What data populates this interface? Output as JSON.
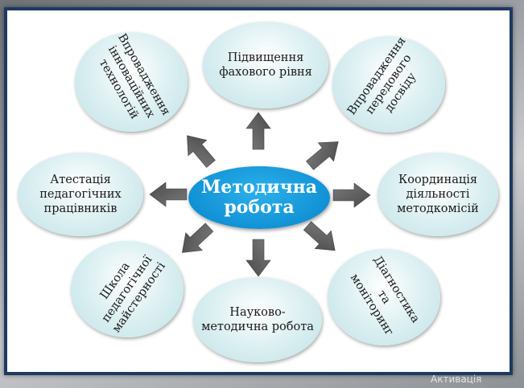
{
  "center": {
    "text": "Методична\nробота"
  },
  "nodes": [
    {
      "id": "professional-level",
      "text": "Підвищення\nфахового рівня"
    },
    {
      "id": "advanced-experience",
      "text": "Впровадження\nпередового\nдосвіду"
    },
    {
      "id": "coordination",
      "text": "Координація\nдіяльності\nметодкомісій"
    },
    {
      "id": "diagnostics",
      "text": "Діагностика\nта\nмоніторинг"
    },
    {
      "id": "scientific-work",
      "text": "Науково-\nметодична робота"
    },
    {
      "id": "pedagogical-school",
      "text": "Школа\nпедагогічної\nмайстерності"
    },
    {
      "id": "attestation",
      "text": "Атестація\nпедагогічних\nпрацівників"
    },
    {
      "id": "innovation",
      "text": "Впровадження\nінноваційних\nтехнологій"
    }
  ],
  "watermark": "Активація",
  "colors": {
    "frame": "#1e3a63",
    "center": "#1192d6",
    "ellipse": "#bfe2e6",
    "arrow": "#5a5a5a"
  }
}
